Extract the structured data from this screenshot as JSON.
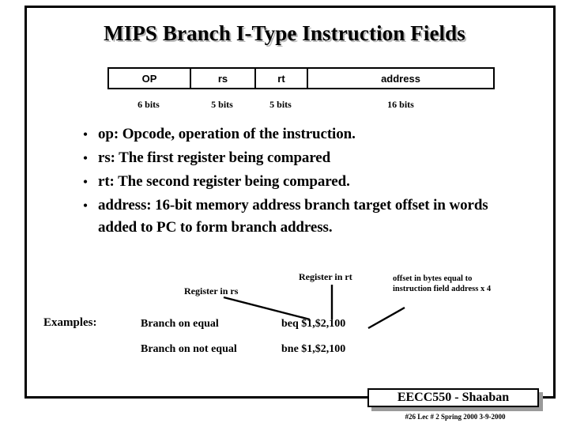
{
  "slide": {
    "title": "MIPS Branch I-Type Instruction Fields"
  },
  "instruction_format": {
    "fields": [
      {
        "name": "OP",
        "bits": "6 bits"
      },
      {
        "name": "rs",
        "bits": "5 bits"
      },
      {
        "name": "rt",
        "bits": "5 bits"
      },
      {
        "name": "address",
        "bits": "16  bits"
      }
    ]
  },
  "bullets": [
    {
      "marker": "•",
      "text": "op: Opcode, operation of the instruction."
    },
    {
      "marker": "•",
      "text": "rs: The first register being compared"
    },
    {
      "marker": "•",
      "text": "rt:  The second register being compared."
    },
    {
      "marker": "•",
      "text": "address:  16-bit memory address branch target offset in words added to PC to form branch address."
    }
  ],
  "annotations": {
    "register_in_rs": "Register in rs",
    "register_in_rt": "Register in rt",
    "offset_note_line1": "offset in bytes equal to",
    "offset_note_line2": "instruction field address x 4"
  },
  "examples": {
    "label": "Examples:",
    "rows": [
      {
        "description": "Branch on equal",
        "instruction": "beq $1,$2,100"
      },
      {
        "description": "Branch on not equal",
        "instruction": "bne $1,$2,100"
      }
    ]
  },
  "footer": {
    "course": "EECC550 - Shaaban",
    "meta": "#26   Lec # 2    Spring 2000   3-9-2000"
  },
  "colors": {
    "ink": "#000000",
    "page": "#ffffff",
    "title_shadow": "#b8b8b8",
    "badge_shadow": "#9a9a9a"
  }
}
